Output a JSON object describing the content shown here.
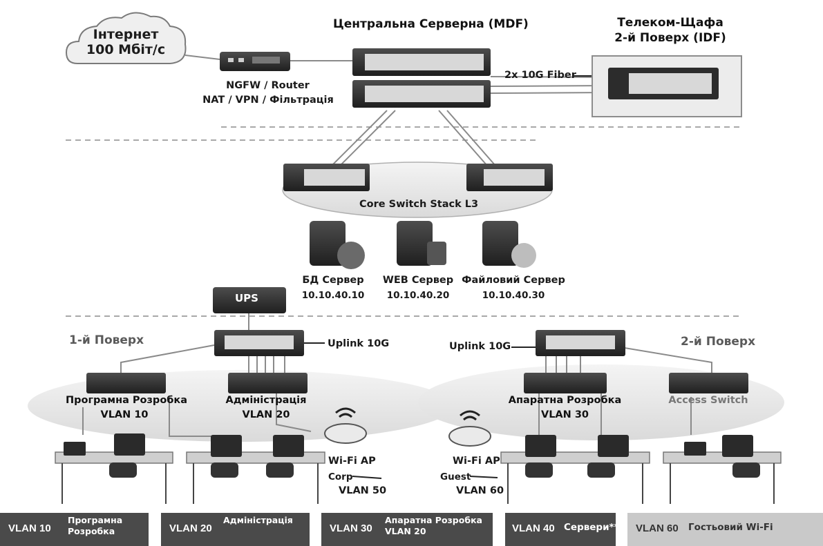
{
  "internet": {
    "title": "Інтернет",
    "speed": "100 Мбіт/с"
  },
  "firewall": {
    "line1": "NGFW / Router",
    "line2": "NAT / VPN / Фільтрація"
  },
  "mdf": {
    "title": "Центральна Серверна (MDF)"
  },
  "idf": {
    "title1": "Телеком-Щафа",
    "title2": "2-й Поверх (IDF)"
  },
  "link": {
    "fiber": "2x 10G Fiber"
  },
  "core": {
    "label": "Core Switch Stack L3"
  },
  "servers": [
    {
      "name": "БД Сервер",
      "ip": "10.10.40.10"
    },
    {
      "name": "WEB Сервер",
      "ip": "10.10.40.20"
    },
    {
      "name": "Файловий Сервер",
      "ip": "10.10.40.30"
    }
  ],
  "ups": {
    "label": "UPS"
  },
  "floor1": {
    "title": "1-й Поверх",
    "uplink": "Uplink 10G",
    "sw1": {
      "name": "Програмна Розробка",
      "vlan": "VLAN 10"
    },
    "sw2": {
      "name": "Адміністрація",
      "vlan": "VLAN 20"
    },
    "ap": {
      "name": "Wi-Fi AP",
      "ssid": "Corp",
      "vlan": "VLAN 50"
    }
  },
  "floor2": {
    "title": "2-й Поверх",
    "uplink": "Uplink 10G",
    "sw1": {
      "name": "Апаратна Розробка",
      "vlan": "VLAN 30"
    },
    "sw2": {
      "name": "Access Switch"
    },
    "ap": {
      "name": "Wi-Fi AP",
      "ssid": "Guest",
      "vlan": "VLAN 60"
    }
  },
  "legend": [
    {
      "vlan": "VLAN 10",
      "name1": "Програмна",
      "name2": "Розробка"
    },
    {
      "vlan": "VLAN 20",
      "name1": "Адміністрація",
      "name2": ""
    },
    {
      "vlan": "VLAN 30",
      "name1": "Апаратна Розробка",
      "name2": "VLAN 20"
    },
    {
      "vlan": "VLAN 40",
      "name1": "Сервери**",
      "name2": ""
    },
    {
      "vlan": "VLAN 60",
      "name1": "Гостьовий Wi-Fi",
      "name2": ""
    }
  ],
  "colors": {
    "legend_dark": "#4a4a4a",
    "legend_light": "#c9c9c9",
    "device": "#333333",
    "zone": "#e6e6e6"
  }
}
